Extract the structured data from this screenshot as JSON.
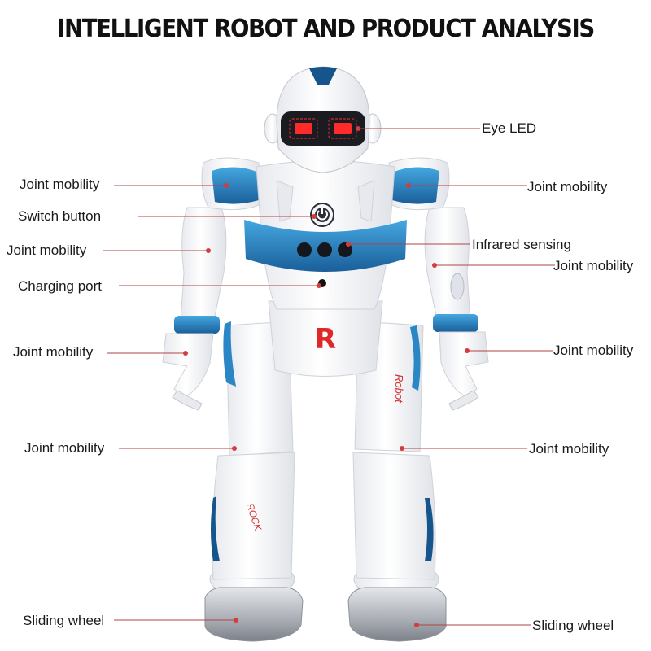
{
  "title": "INTELLIGENT ROBOT AND PRODUCT ANALYSIS",
  "labels": {
    "eye_led": "Eye LED",
    "joint_mobility": "Joint mobility",
    "switch_button": "Switch button",
    "infrared_sensing": "Infrared sensing",
    "charging_port": "Charging port",
    "sliding_wheel": "Sliding wheel"
  },
  "decals": {
    "chest_letter": "R",
    "thigh_text": "Robot",
    "shin_text": "ROCK"
  },
  "colors": {
    "accent_blue": "#2a86c4",
    "dark_blue": "#15558c",
    "eye_red": "#ff2a2a",
    "leader_line": "#b04545",
    "dot": "#d63a3a",
    "wheel_silver": "#b9bcc2"
  }
}
